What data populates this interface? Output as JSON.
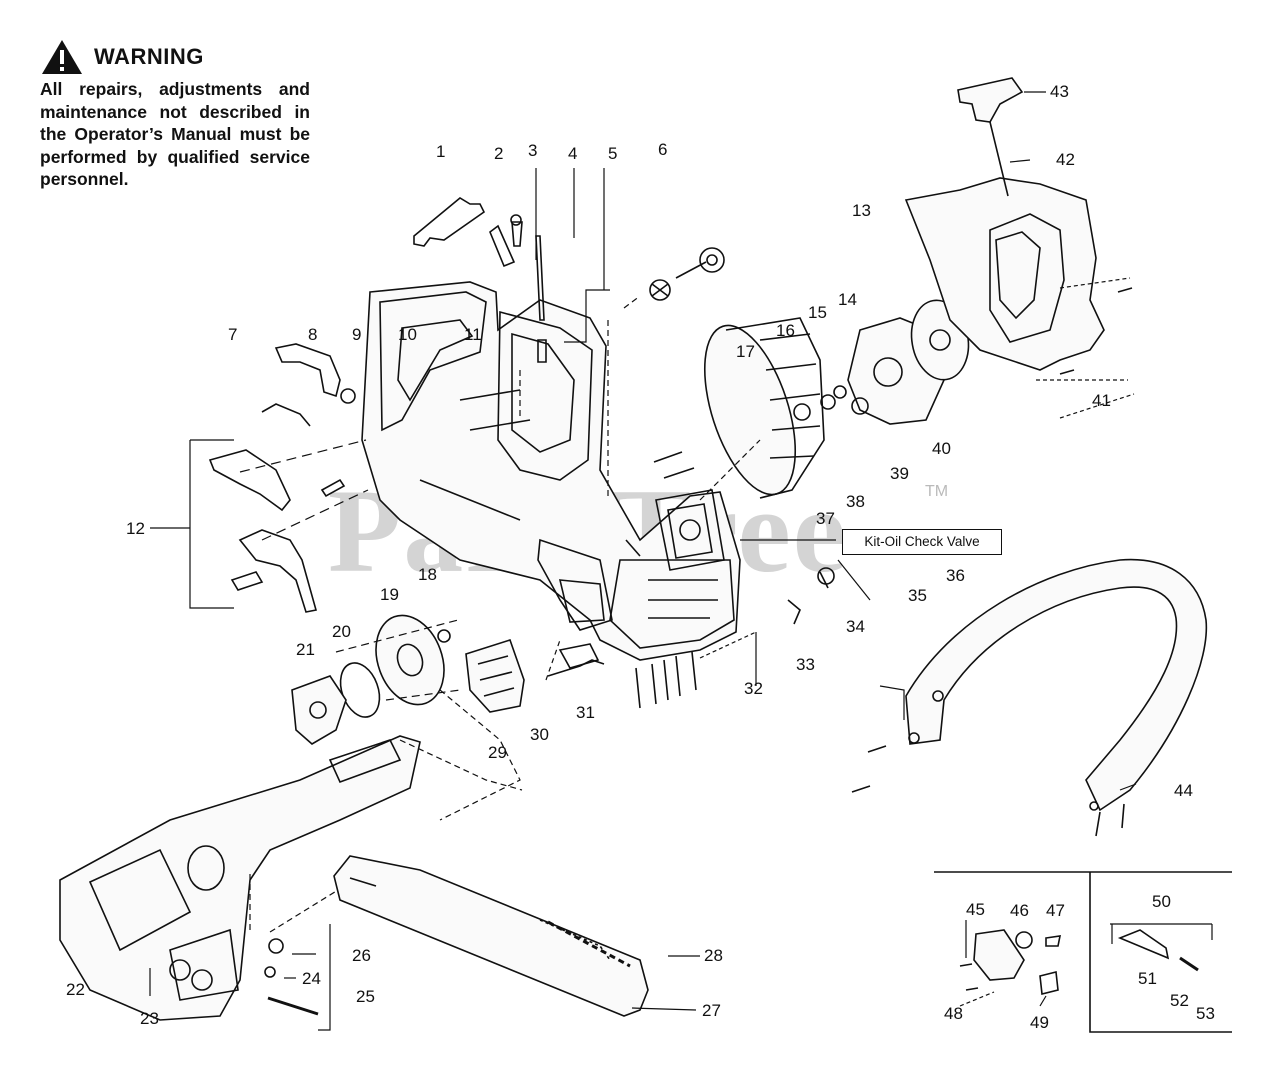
{
  "warning": {
    "title": "WARNING",
    "text": "All repairs, adjustments and maintenance not described in the Operator’s Manual must be performed by qualified service personnel."
  },
  "watermark": "PartsTree",
  "watermark_tm": "TM",
  "callout": "Kit-Oil Check Valve",
  "part_numbers": {
    "n1": "1",
    "n2": "2",
    "n3": "3",
    "n4": "4",
    "n5": "5",
    "n6": "6",
    "n7": "7",
    "n8": "8",
    "n9": "9",
    "n10": "10",
    "n11": "11",
    "n12": "12",
    "n13": "13",
    "n14": "14",
    "n15": "15",
    "n16": "16",
    "n17": "17",
    "n18": "18",
    "n19": "19",
    "n20": "20",
    "n21": "21",
    "n22": "22",
    "n23": "23",
    "n24": "24",
    "n25": "25",
    "n26": "26",
    "n27": "27",
    "n28": "28",
    "n29": "29",
    "n30": "30",
    "n31": "31",
    "n32": "32",
    "n33": "33",
    "n34": "34",
    "n35": "35",
    "n36": "36",
    "n37": "37",
    "n38": "38",
    "n39": "39",
    "n40": "40",
    "n41": "41",
    "n42": "42",
    "n43": "43",
    "n44": "44",
    "n45": "45",
    "n46": "46",
    "n47": "47",
    "n48": "48",
    "n49": "49",
    "n50": "50",
    "n51": "51",
    "n52": "52",
    "n53": "53"
  }
}
